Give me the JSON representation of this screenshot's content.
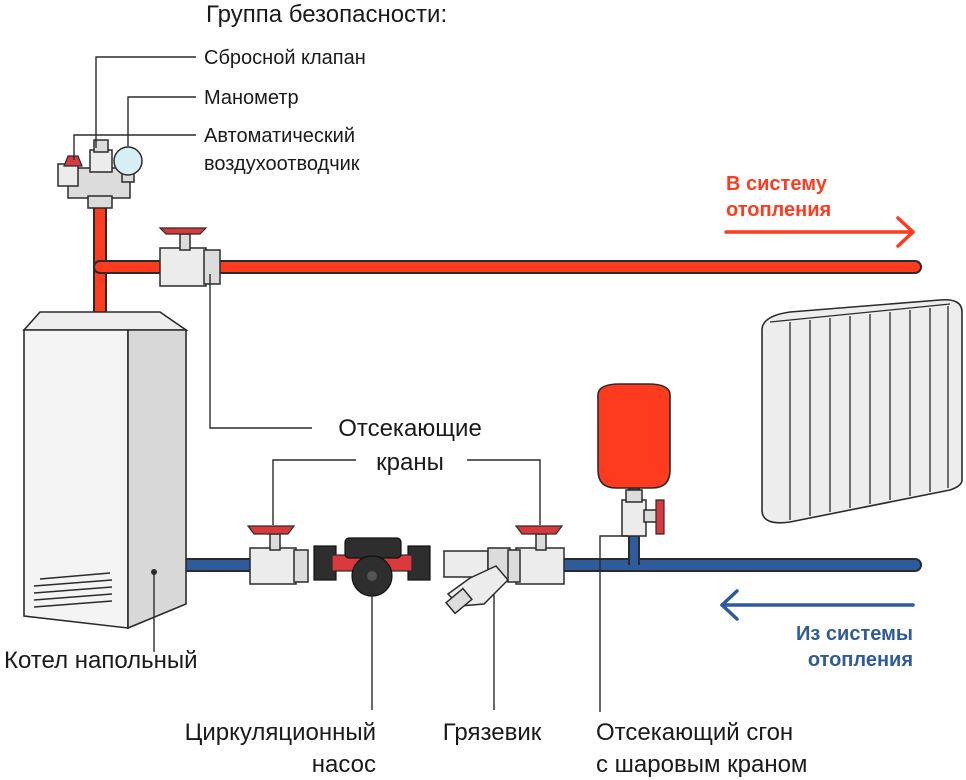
{
  "title": "Группа безопасности:",
  "safety_group": {
    "relief_valve": "Сбросной клапан",
    "pressure_gauge": "Манометр",
    "air_vent_line1": "Автоматический",
    "air_vent_line2": "воздухоотводчик"
  },
  "flow_out": {
    "line1": "В систему",
    "line2": "отопления",
    "color": "#ff3b1f"
  },
  "flow_in": {
    "line1": "Из системы",
    "line2": "отопления",
    "color": "#2f5a9c"
  },
  "shutoff_valves": {
    "line1": "Отсекающие",
    "line2": "краны"
  },
  "boiler_label": "Котел напольный",
  "pump_label": {
    "line1": "Циркуляционный",
    "line2": "насос"
  },
  "strainer_label": "Грязевик",
  "union_label": {
    "line1": "Отсекающий сгон",
    "line2": "с шаровым краном"
  },
  "colors": {
    "supply_pipe": "#ff3b1f",
    "return_pipe": "#2f5a9c",
    "expansion_tank": "#ff3b1f",
    "valve_handle": "#d9393c"
  }
}
